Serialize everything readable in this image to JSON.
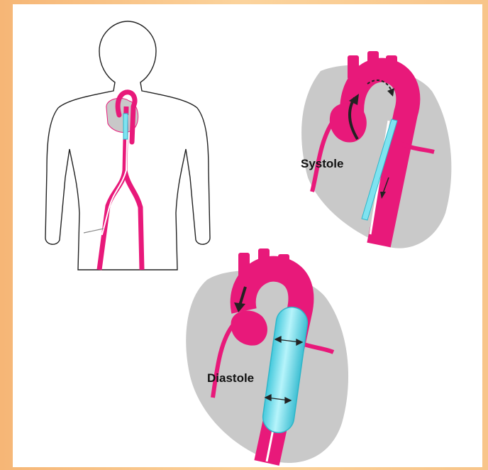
{
  "labels": {
    "systole": "Systole",
    "diastole": "Diastole"
  },
  "colors": {
    "background_frame": "#f7bd80",
    "vessel": "#e8197a",
    "heart": "#c8c8c8",
    "balloon": "#7fe3f0",
    "balloon_edge": "#2fb6c9",
    "body_outline": "#222222",
    "arrow": "#222222"
  },
  "icons": [
    "body-silhouette",
    "heart-systole",
    "heart-diastole",
    "intra-aortic-balloon"
  ]
}
